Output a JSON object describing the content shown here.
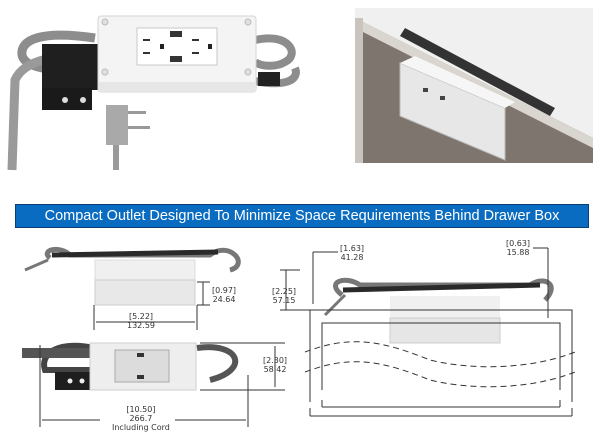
{
  "banner": {
    "text": "Compact Outlet Designed To Minimize Space Requirements Behind Drawer Box",
    "background_color": "#0a6cc0",
    "text_color": "#ffffff"
  },
  "photos": {
    "left": {
      "subject": "white outlet box with USB ports, grey flat cord and plug"
    },
    "right": {
      "subject": "outlet mounted behind drawer box"
    }
  },
  "dimensions": {
    "left_drawing": {
      "depth": {
        "inches": "[0.97]",
        "mm": "24.64"
      },
      "width": {
        "inches": "[5.22]",
        "mm": "132.59"
      },
      "height": {
        "inches": "[2.30]",
        "mm": "58.42"
      },
      "length": {
        "inches": "[10.50]",
        "mm": "266.7",
        "note": "Including Cord"
      }
    },
    "right_drawing": {
      "clearance_top": {
        "inches": "[1.63]",
        "mm": "41.28"
      },
      "total_depth": {
        "inches": "[2.25]",
        "mm": "57.15"
      },
      "panel_offset": {
        "inches": "[0.63]",
        "mm": "15.88"
      }
    }
  }
}
